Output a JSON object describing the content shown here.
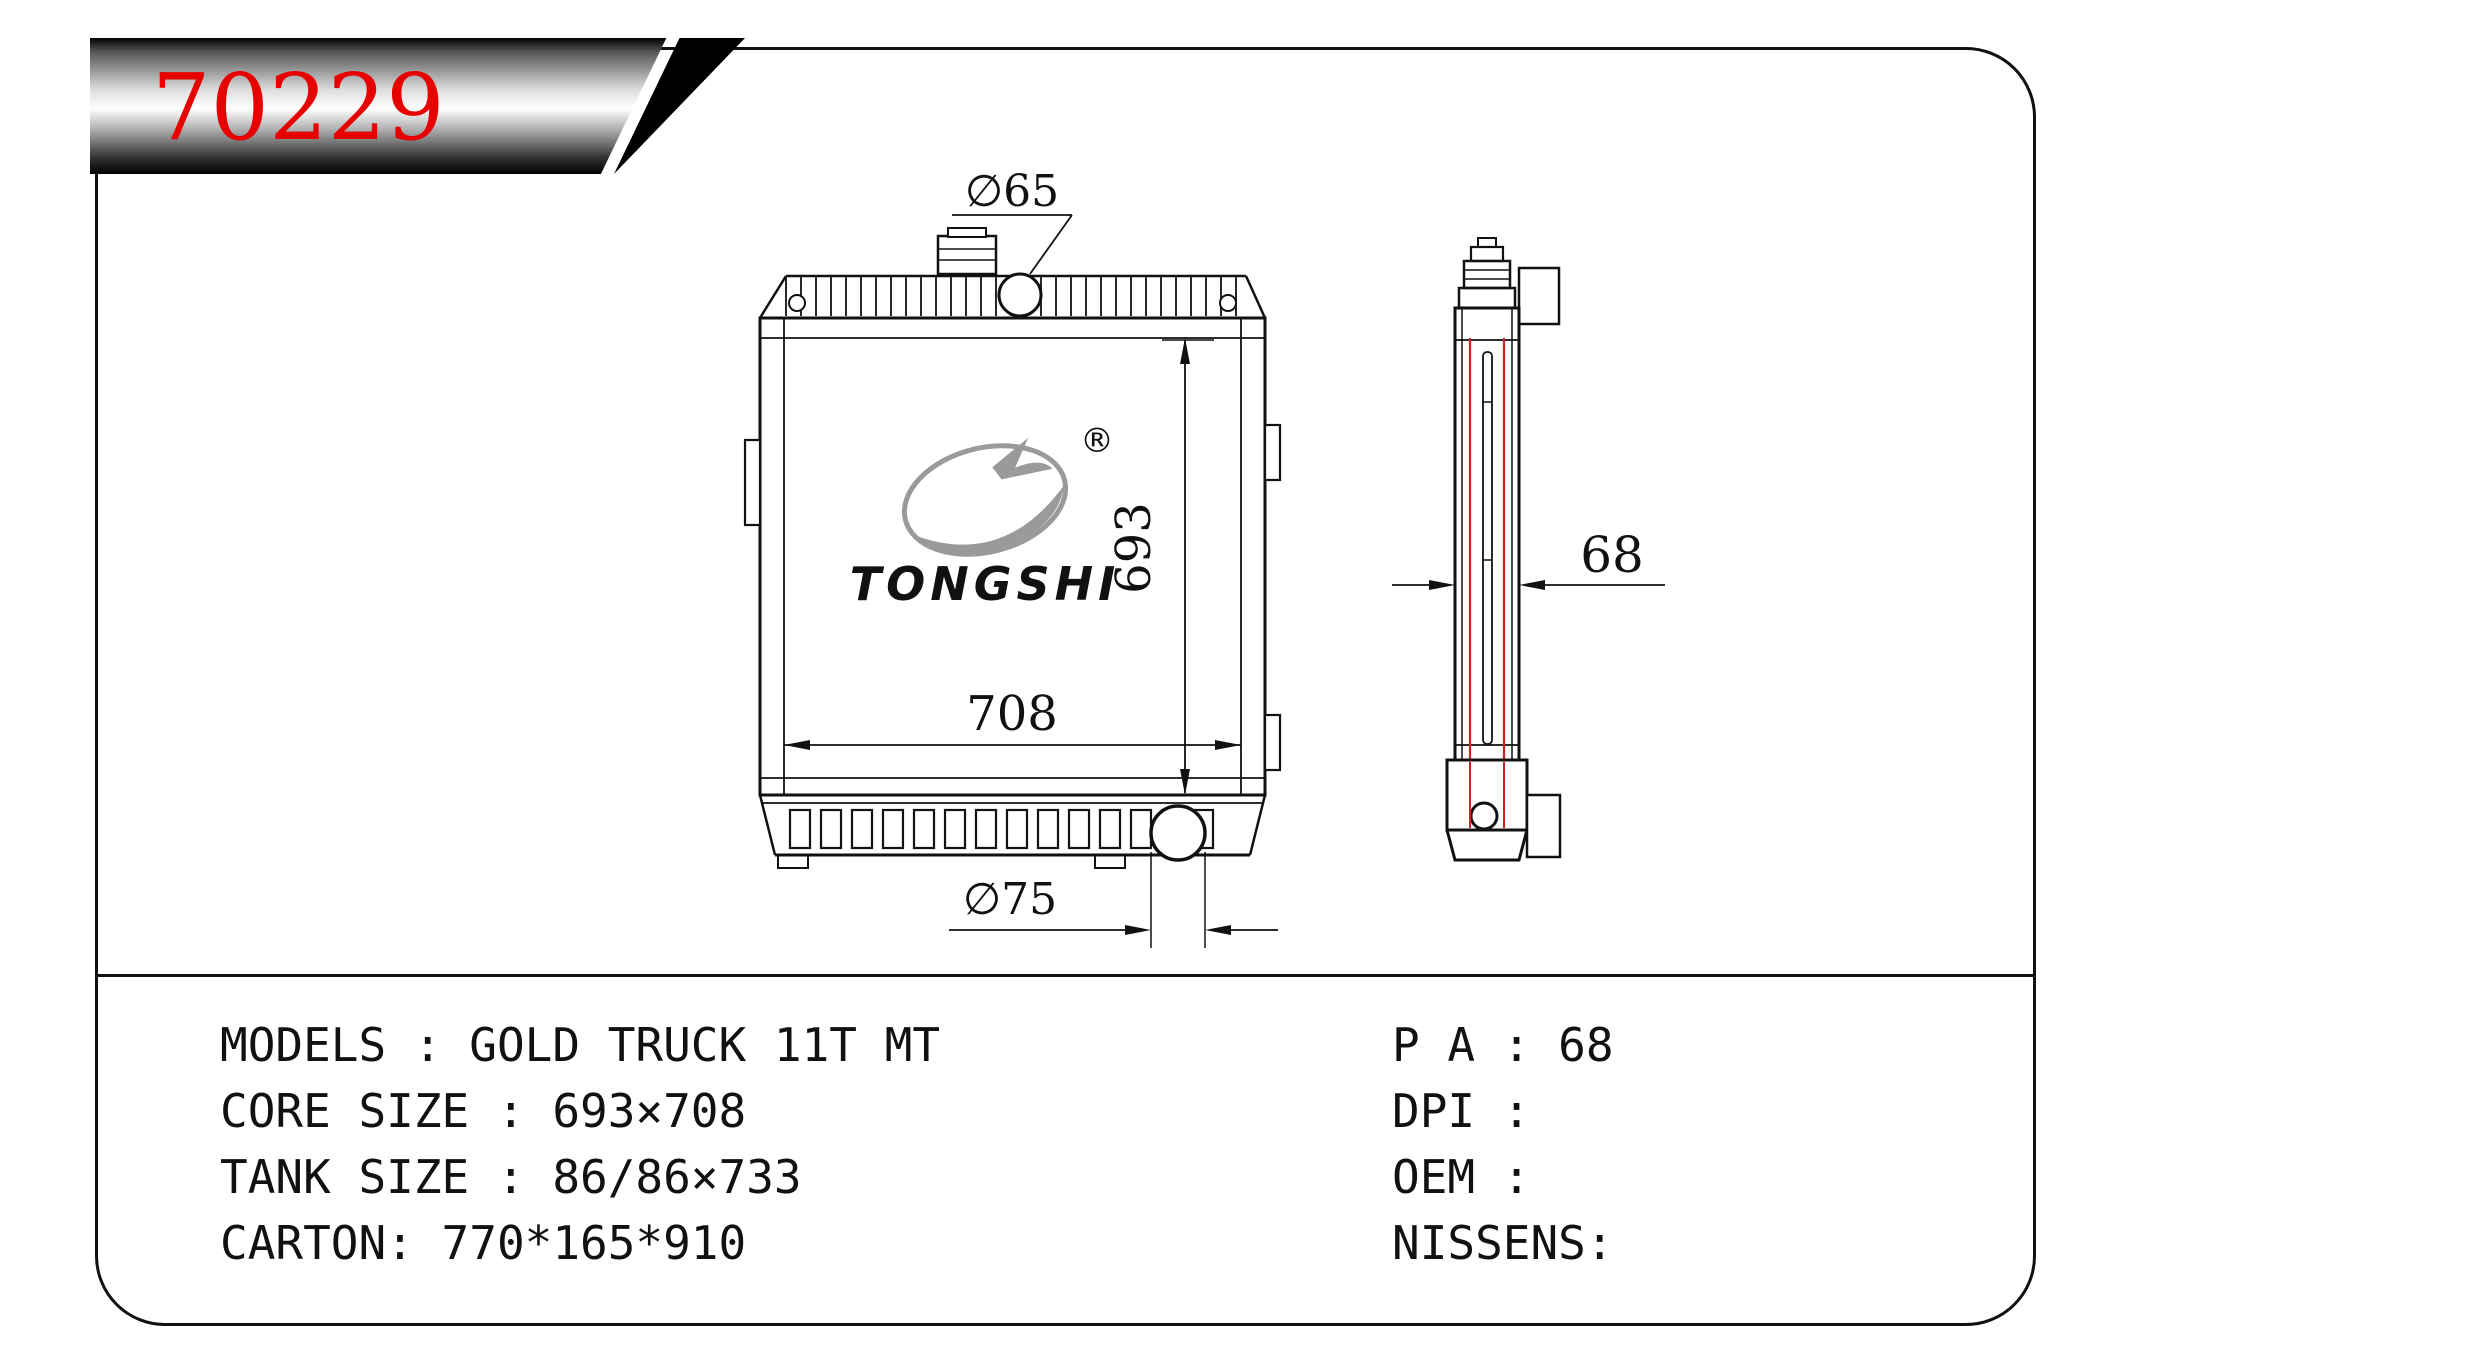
{
  "banner": {
    "part_number": "70229"
  },
  "dimensions": {
    "top_hole_diameter": "∅65",
    "core_height": "693",
    "core_width": "708",
    "bottom_hole_diameter": "∅75",
    "thickness": "68"
  },
  "logo": {
    "name": "TONGSHI",
    "registered": "®"
  },
  "specs": {
    "left": [
      "MODELS : GOLD TRUCK 11T MT",
      "CORE SIZE : 693×708",
      "TANK SIZE : 86/86×733",
      "CARTON: 770*165*910"
    ],
    "right": [
      "P A : 68",
      "DPI :",
      "OEM :",
      "NISSENS:"
    ]
  }
}
